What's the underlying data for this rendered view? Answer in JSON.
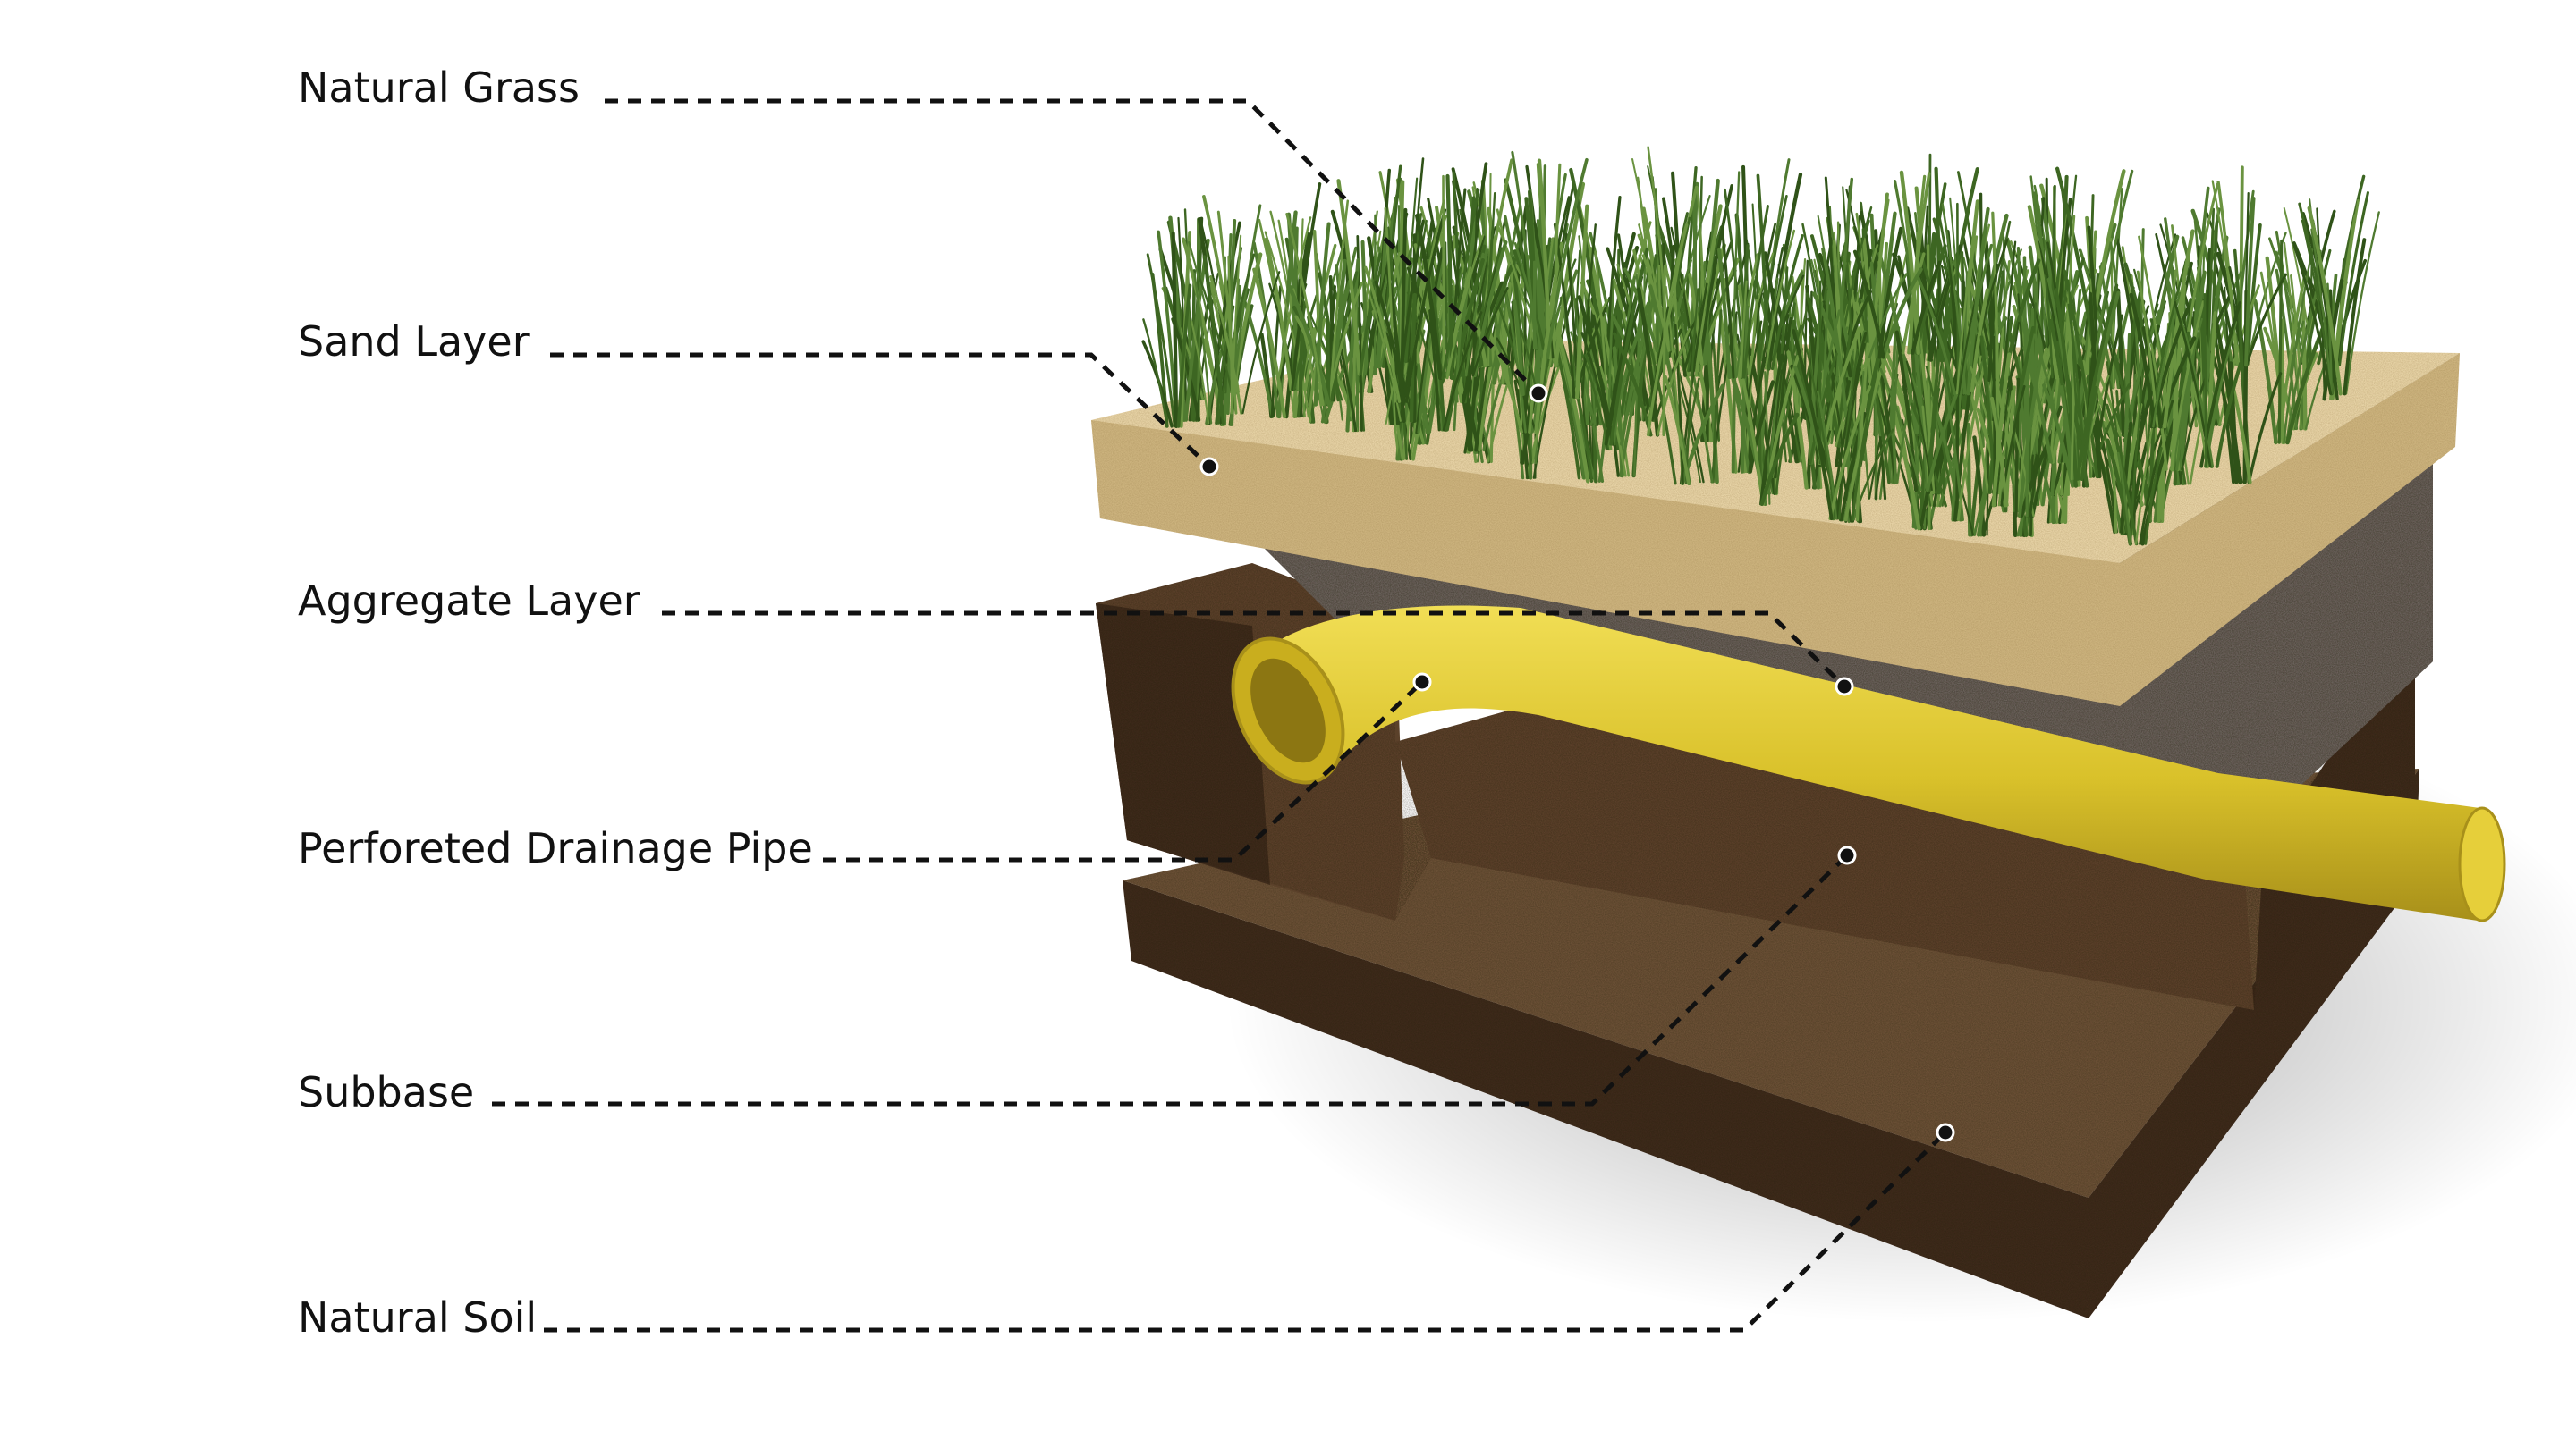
{
  "labels": {
    "natural_grass": "Natural Grass",
    "sand_layer": "Sand Layer",
    "aggregate_layer": "Aggregate Layer",
    "perforated_drainage_pipe": "Perforeted Drainage Pipe",
    "subbase": "Subbase",
    "natural_soil": "Natural Soil"
  },
  "colors": {
    "grass": "#4f7a30",
    "grass_dark": "#2f5218",
    "sand": "#e7d3a6",
    "sand_dark": "#cdb47f",
    "aggregate": "#6a625b",
    "aggregate_dark": "#4f4740",
    "soil": "#5b412a",
    "soil_dark": "#3e2b1b",
    "subsoil": "#6b5136",
    "pipe": "#d9c12a",
    "pipe_dark": "#a8901a",
    "leader": "#111111"
  }
}
